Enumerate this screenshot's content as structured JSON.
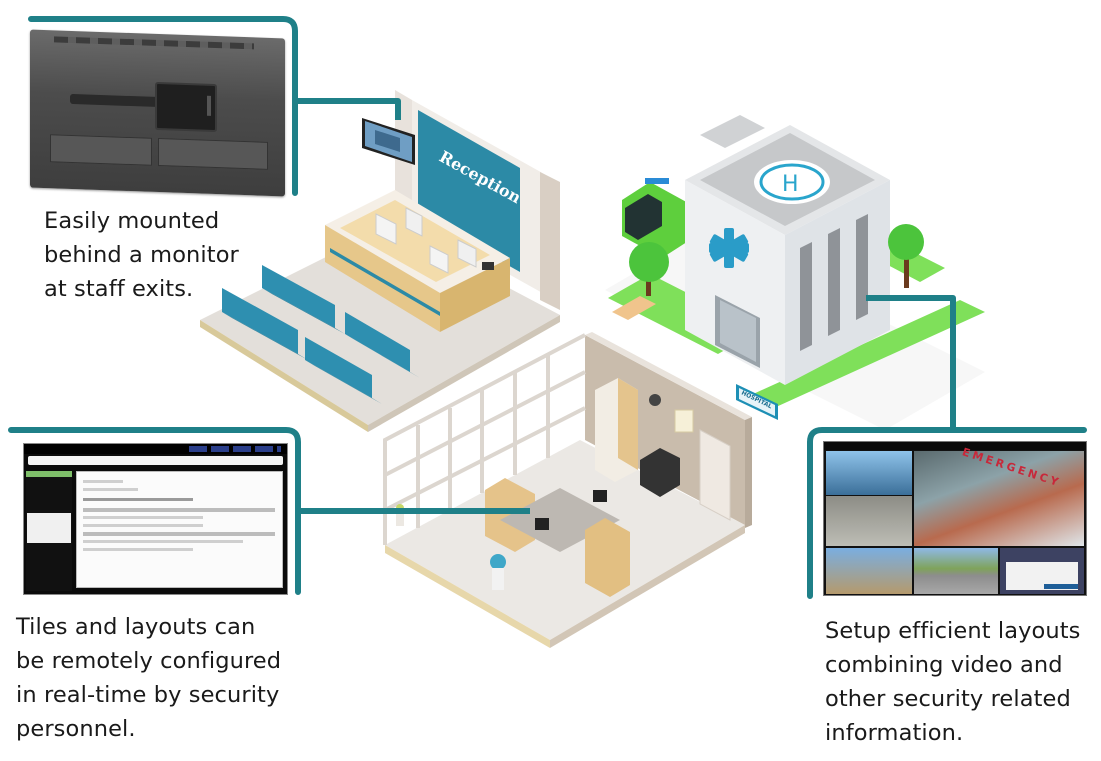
{
  "diagram": {
    "accent_color": "#1f8088",
    "callouts": [
      {
        "id": "monitor-mount",
        "caption": "Easily mounted\nbehind a monitor\nat staff exits.",
        "image": "monitor-back-with-mounted-player",
        "connects_to": "reception-area"
      },
      {
        "id": "remote-config",
        "caption": "Tiles and layouts can\nbe remotely configured\nin real-time by security\npersonnel.",
        "image": "configuration-web-ui",
        "connects_to": "office-area"
      },
      {
        "id": "video-layouts",
        "caption": "Setup efficient layouts\ncombining video and\nother security related\ninformation.",
        "image": "video-wall-layout",
        "connects_to": "hospital-building"
      }
    ],
    "scenes": {
      "reception": {
        "sign_text": "Reception"
      },
      "hospital": {
        "roof_sign": "H",
        "street_sign": "HOSPITAL"
      },
      "office": {}
    },
    "screenshots": {
      "video_wall_sign": "EMERGENCY"
    }
  }
}
